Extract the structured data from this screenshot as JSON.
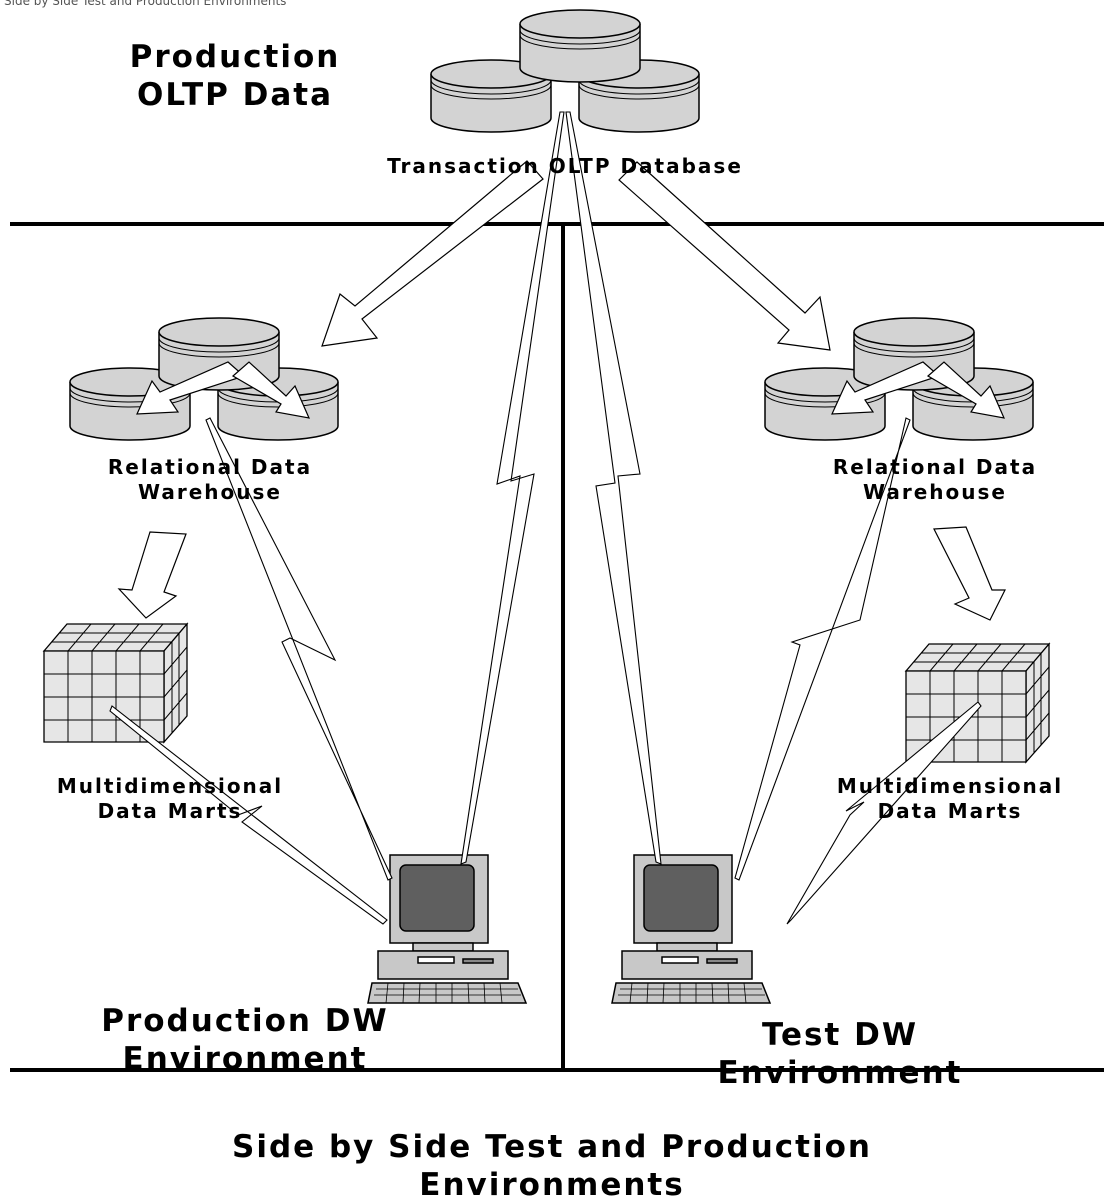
{
  "top_caption": "Side by Side Test and Production Environments",
  "labels": {
    "production_oltp_title": "Production\nOLTP Data",
    "oltp_db": "Transaction OLTP Database",
    "left_warehouse": "Relational Data\nWarehouse",
    "right_warehouse": "Relational Data\nWarehouse",
    "left_marts": "Multidimensional\nData Marts",
    "right_marts": "Multidimensional\nData Marts",
    "production_env": "Production DW\nEnvironment",
    "test_env": "Test DW\nEnvironment",
    "footer_title": "Side by Side Test and Production\nEnvironments"
  },
  "colors": {
    "cylinder_fill": "#d3d3d3",
    "cube_fill": "#e6e6e6",
    "screen": "#5f5f5f",
    "monitor": "#c8c8c8",
    "line": "#000000"
  }
}
